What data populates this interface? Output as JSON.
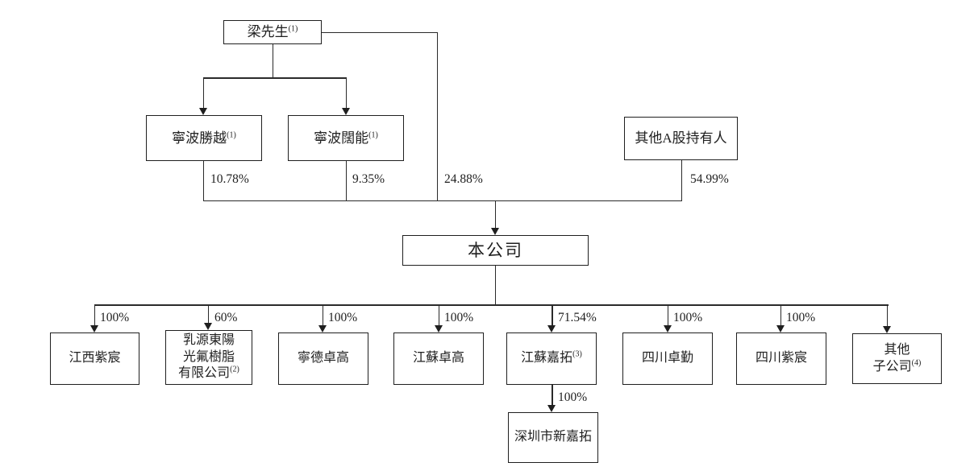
{
  "diagram_type": "shareholding-structure-chart",
  "nodes": {
    "mr_liang": {
      "lines": [
        "梁先生"
      ],
      "sup": "(1)"
    },
    "ningbo_shengyue": {
      "lines": [
        "寧波勝越"
      ],
      "sup": "(1)"
    },
    "ningbo_kuoneng": {
      "lines": [
        "寧波闊能"
      ],
      "sup": "(1)"
    },
    "other_a_share_holders": {
      "lines": [
        "其他A股持有人"
      ],
      "sup": ""
    },
    "company": {
      "lines": [
        "本公司"
      ],
      "sup": ""
    },
    "jiangxi_zichen": {
      "lines": [
        "江西紫宸"
      ],
      "sup": ""
    },
    "ruyuan_dongyangguang": {
      "lines": [
        "乳源東陽",
        "光氟樹脂",
        "有限公司"
      ],
      "sup": "(2)"
    },
    "ningde_zhuogao": {
      "lines": [
        "寧德卓高"
      ],
      "sup": ""
    },
    "jiangsu_zhuogao": {
      "lines": [
        "江蘇卓高"
      ],
      "sup": ""
    },
    "jiangsu_jiatuo": {
      "lines": [
        "江蘇嘉拓"
      ],
      "sup": "(3)"
    },
    "sichuan_zhuoqin": {
      "lines": [
        "四川卓勤"
      ],
      "sup": ""
    },
    "sichuan_zichen": {
      "lines": [
        "四川紫宸"
      ],
      "sup": ""
    },
    "other_subsidiaries": {
      "lines": [
        "其他",
        "子公司"
      ],
      "sup": "(4)"
    },
    "shenzhen_xinjiatuo": {
      "lines": [
        "深圳市新嘉拓"
      ],
      "sup": ""
    }
  },
  "percentages": {
    "ningbo_shengyue_to_company": "10.78%",
    "ningbo_kuoneng_to_company": "9.35%",
    "mr_liang_direct_to_company": "24.88%",
    "other_a_share_holders_to_company": "54.99%",
    "company_to_jiangxi_zichen": "100%",
    "company_to_ruyuan_dongyangguang": "60%",
    "company_to_ningde_zhuogao": "100%",
    "company_to_jiangsu_zhuogao": "100%",
    "company_to_jiangsu_jiatuo": "71.54%",
    "company_to_sichuan_zhuoqin": "100%",
    "company_to_sichuan_zichen": "100%",
    "jiangsu_jiatuo_to_shenzhen_xinjiatuo": "100%"
  },
  "colors": {
    "line": "#2a2a2a",
    "border": "#1f1f1f",
    "text": "#1f1f1f",
    "background": "#ffffff"
  }
}
